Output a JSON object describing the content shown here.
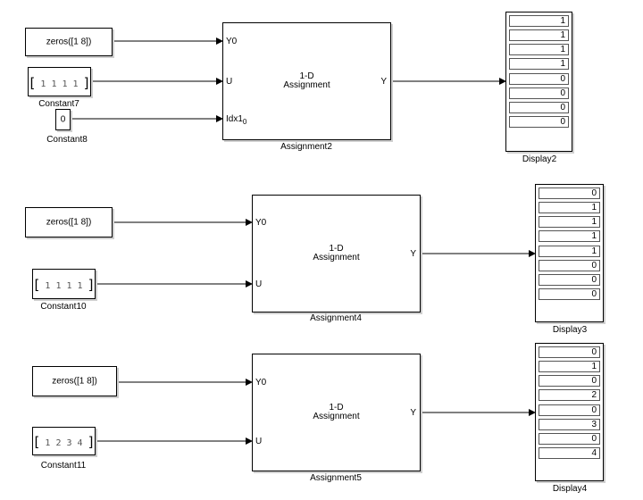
{
  "diagram": {
    "constants": [
      {
        "id": "zeros1",
        "text": "zeros([1 8])",
        "label": ""
      },
      {
        "id": "c7",
        "vector": "1 1 1 1",
        "label": "Constant7"
      },
      {
        "id": "c8",
        "text": "0",
        "label": "Constant8"
      },
      {
        "id": "zeros2",
        "text": "zeros([1 8])",
        "label": ""
      },
      {
        "id": "c10",
        "vector": "1 1 1 1",
        "label": "Constant10"
      },
      {
        "id": "zeros3",
        "text": "zeros([1 8])",
        "label": ""
      },
      {
        "id": "c11",
        "vector": "1 2 3 4",
        "label": "Constant11"
      }
    ],
    "assignment_blocks": [
      {
        "name": "Assignment2",
        "title_line1": "1-D",
        "title_line2": "Assignment",
        "inputs": [
          "Y0",
          "U",
          "Idx1"
        ],
        "idx_subscript": "0",
        "output": "Y"
      },
      {
        "name": "Assignment4",
        "title_line1": "1-D",
        "title_line2": "Assignment",
        "inputs": [
          "Y0",
          "U"
        ],
        "output": "Y"
      },
      {
        "name": "Assignment5",
        "title_line1": "1-D",
        "title_line2": "Assignment",
        "inputs": [
          "Y0",
          "U"
        ],
        "output": "Y"
      }
    ],
    "displays": [
      {
        "name": "Display2",
        "values": [
          "1",
          "1",
          "1",
          "1",
          "0",
          "0",
          "0",
          "0"
        ]
      },
      {
        "name": "Display3",
        "values": [
          "0",
          "1",
          "1",
          "1",
          "1",
          "0",
          "0",
          "0"
        ]
      },
      {
        "name": "Display4",
        "values": [
          "0",
          "1",
          "0",
          "2",
          "0",
          "3",
          "0",
          "4"
        ]
      }
    ]
  }
}
